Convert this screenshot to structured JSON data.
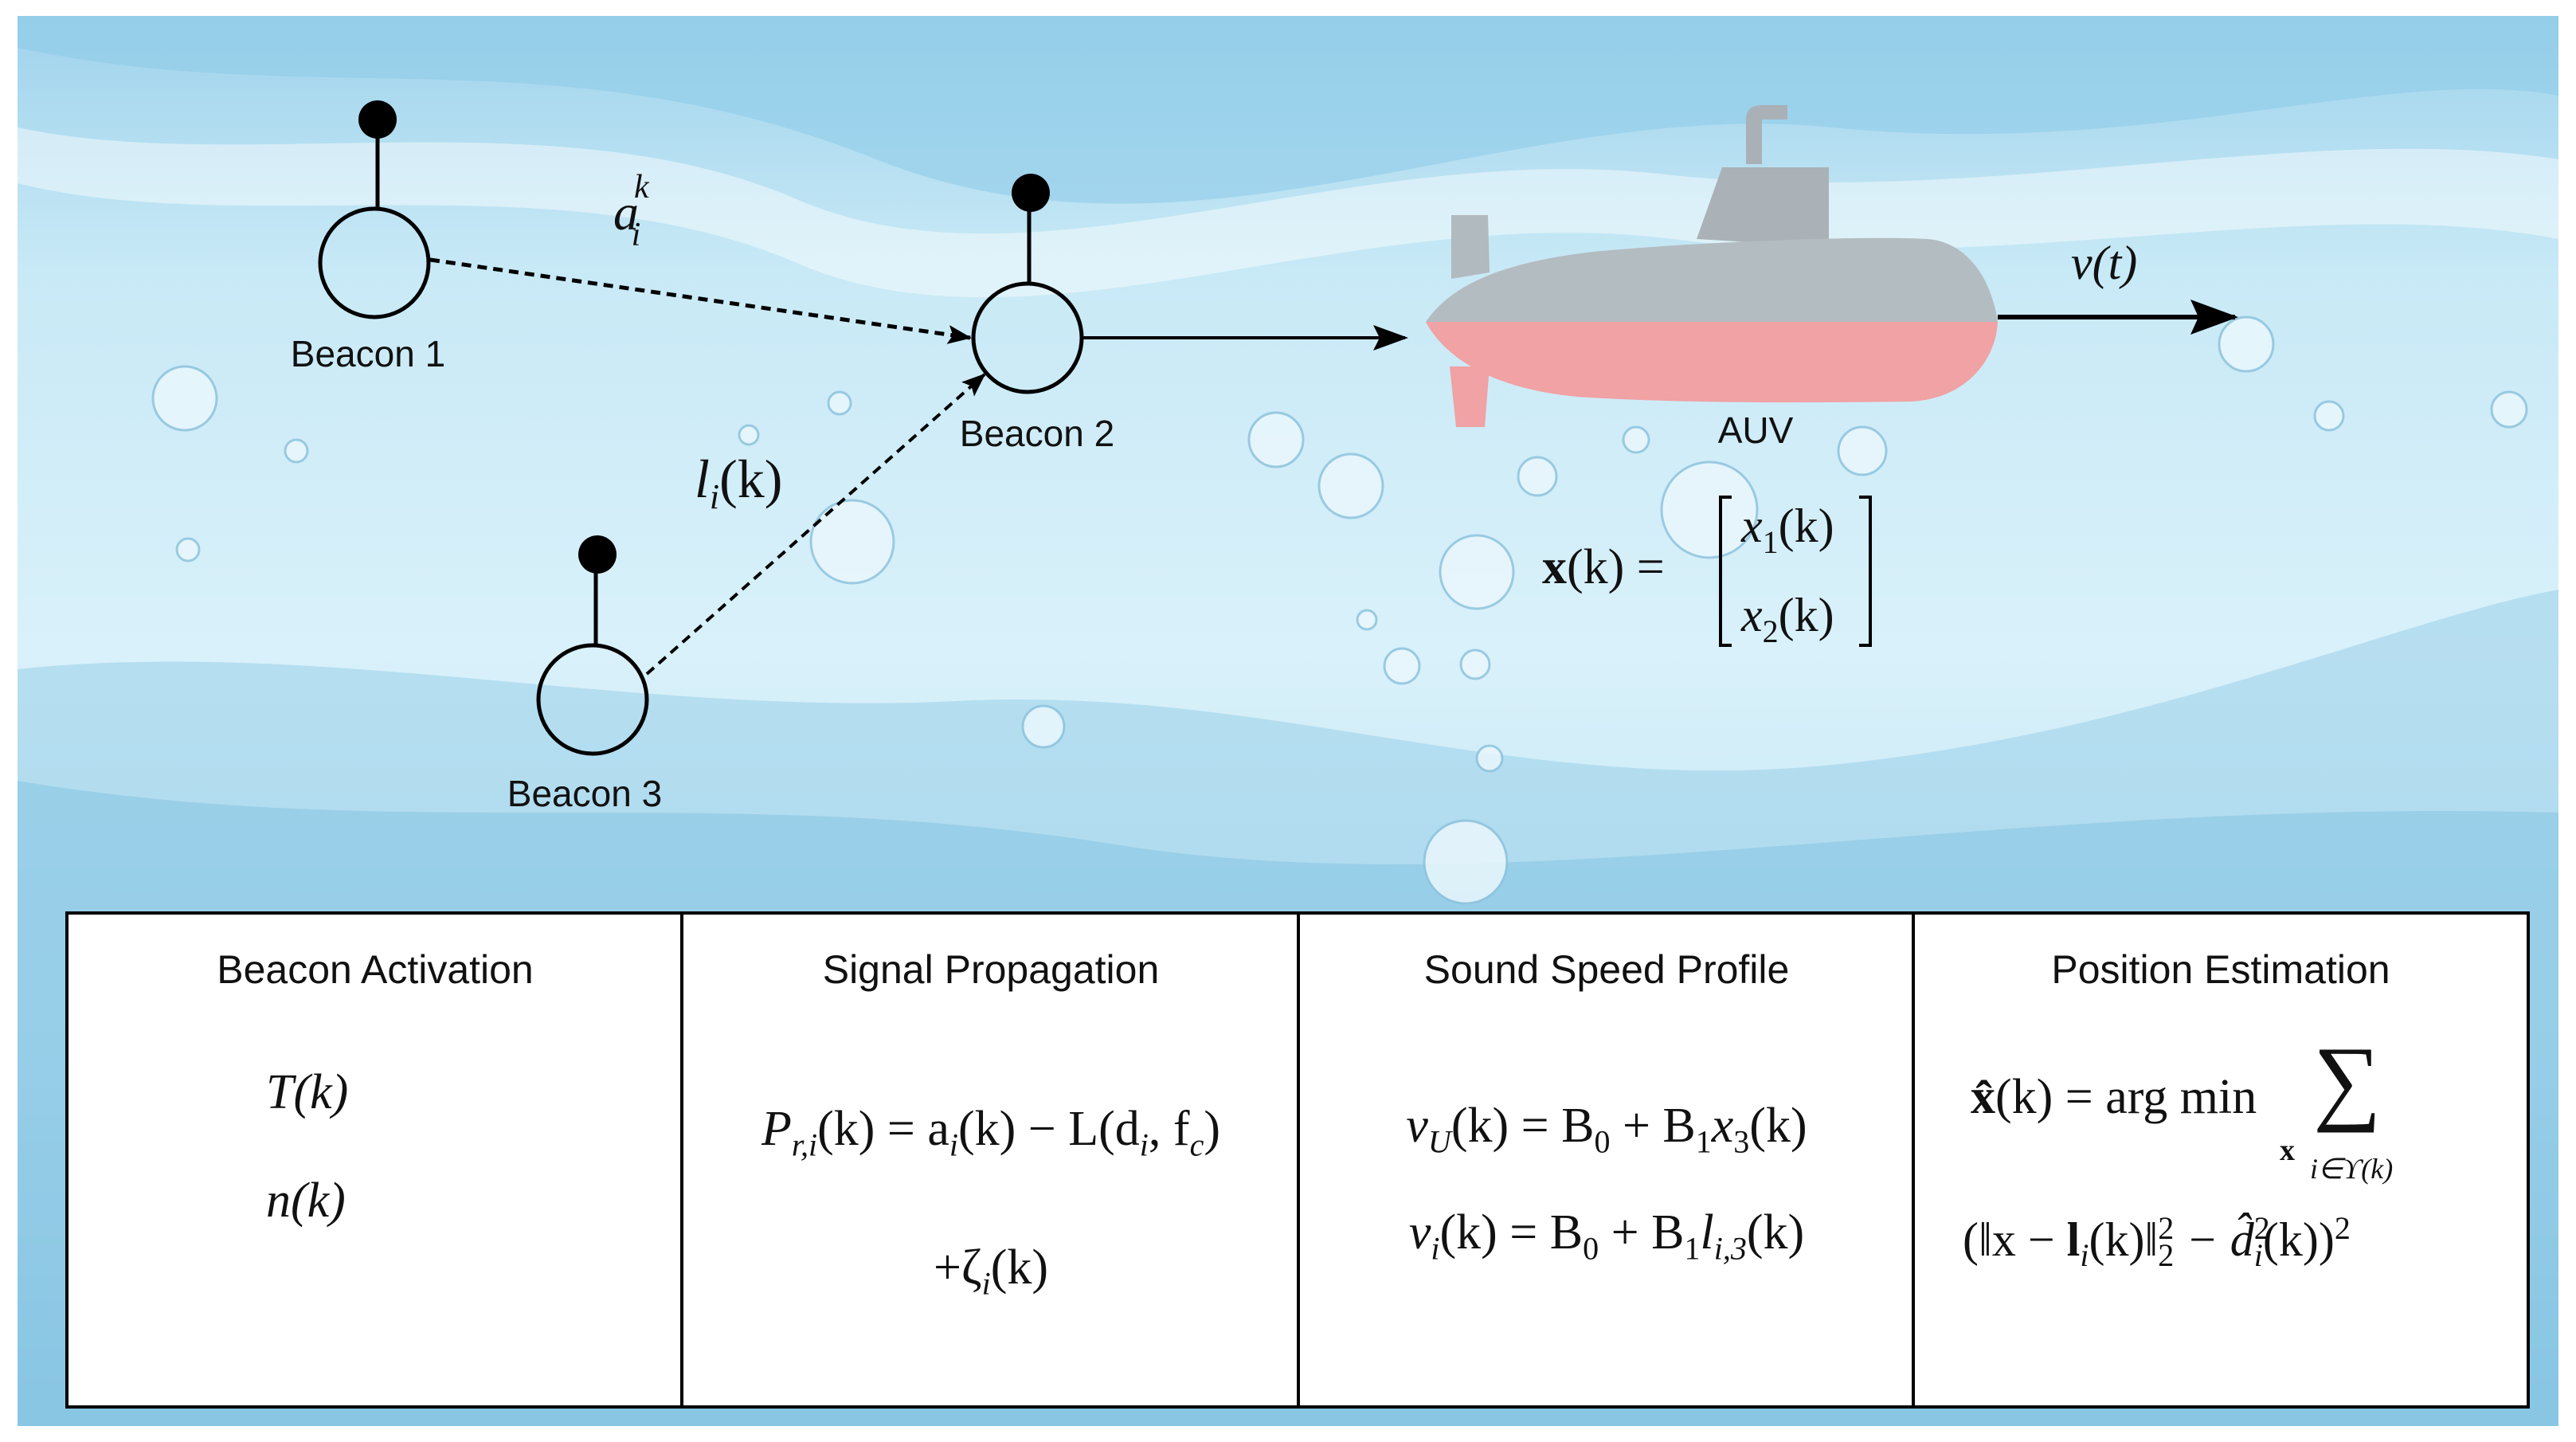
{
  "scene": {
    "beacons": [
      {
        "label": "Beacon 1"
      },
      {
        "label": "Beacon 2"
      },
      {
        "label": "Beacon 3"
      }
    ],
    "auv_label": "AUV",
    "symbols": {
      "activation": "a",
      "activation_sup": "k",
      "activation_sub": "i",
      "beacon_position": "l",
      "beacon_position_sub": "i",
      "beacon_position_arg": "(k)",
      "velocity": "v(t)",
      "state_lhs": "x",
      "state_lhs_arg": "(k) =",
      "state_row1": "x",
      "state_row1_sub": "1",
      "state_row1_arg": "(k)",
      "state_row2": "x",
      "state_row2_sub": "2",
      "state_row2_arg": "(k)"
    },
    "colors": {
      "water_light": "#d4eef8",
      "water_mid": "#a9dcf0",
      "water_deep": "#6fb8dc",
      "hull_top": "#b3bcc1",
      "hull_bottom": "#f0a2a4",
      "line": "#000000"
    }
  },
  "panels": [
    {
      "title": "Beacon Activation",
      "eq1": "T(k)",
      "eq2": "n(k)"
    },
    {
      "title": "Signal Propagation",
      "eq1_a": "P",
      "eq1_a_sub": "r,i",
      "eq1_b": "(k) = a",
      "eq1_b_sub": "i",
      "eq1_c": "(k) − L(d",
      "eq1_c_sub": "i",
      "eq1_d": ", f",
      "eq1_d_sub": "c",
      "eq1_e": ")",
      "eq2_a": "+ζ",
      "eq2_a_sub": "i",
      "eq2_b": "(k)"
    },
    {
      "title": "Sound Speed Profile",
      "eq1_a": "v",
      "eq1_a_sub": "U",
      "eq1_b": "(k) = B",
      "eq1_b_sub": "0",
      "eq1_c": " + B",
      "eq1_c_sub": "1",
      "eq1_d": "x",
      "eq1_d_sub": "3",
      "eq1_e": "(k)",
      "eq2_a": "v",
      "eq2_a_sub": "i",
      "eq2_b": "(k) = B",
      "eq2_b_sub": "0",
      "eq2_c": " + B",
      "eq2_c_sub": "1",
      "eq2_d": "l",
      "eq2_d_sub": "i,3",
      "eq2_e": "(k)"
    },
    {
      "title": "Position Estimation",
      "eq1_a": "x̂",
      "eq1_b": "(k) = arg min",
      "eq1_min_sub": "x",
      "eq1_sum": "∑",
      "eq1_sum_sub": "i∈ϒ(k)",
      "eq2_a": "(‖x − ",
      "eq2_l": "l",
      "eq2_l_sub": "i",
      "eq2_b": "(k)‖",
      "eq2_b_sup": "2",
      "eq2_b_sub": "2",
      "eq2_c": " − d̂",
      "eq2_c_sup": "2",
      "eq2_c_sub": "i",
      "eq2_d": "(k))",
      "eq2_d_sup": "2"
    }
  ]
}
